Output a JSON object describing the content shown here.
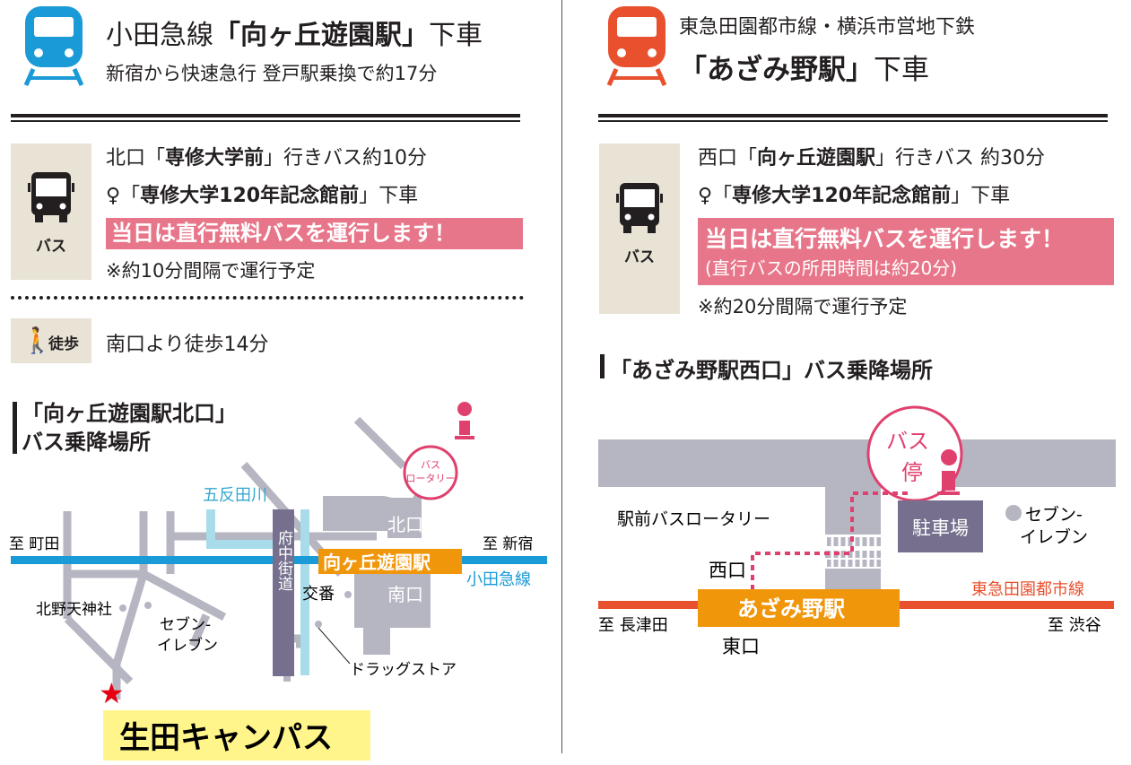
{
  "colors": {
    "odakyu_blue": "#1a9ad6",
    "tokyu_red": "#e8502e",
    "highlight_pink": "#e8768a",
    "station_orange": "#f0960a",
    "bus_stop_pink": "#e0406e",
    "campus_yellow": "#fff58a",
    "road_gray": "#b6b5c2",
    "road_dark": "#76708e",
    "river_blue": "#a8dcea"
  },
  "left": {
    "train_icon": "train-icon",
    "title_pre": "小田急線",
    "title_bold": "「向ヶ丘遊園駅」",
    "title_post": "下車",
    "subtitle": "新宿から快速急行 登戸駅乗換で約17分",
    "bus_label": "バス",
    "bus_line1_pre": "北口「",
    "bus_line1_bold": "専修大学前",
    "bus_line1_post": "」行きバス約10分",
    "bus_line2_pre": "「",
    "bus_line2_bold": "専修大学120年記念館前",
    "bus_line2_post": "」下車",
    "free_bus": "当日は直行無料バスを運行します！",
    "note": "※約10分間隔で運行予定",
    "walk_label": "徒歩",
    "walk_text": "南口より徒歩14分",
    "map_heading_1": "「向ヶ丘遊園駅北口」",
    "map_heading_2": "バス乗降場所",
    "map": {
      "bus_rotary_1": "バス",
      "bus_rotary_2": "ロータリー",
      "river": "五反田川",
      "to_machida": "至 町田",
      "to_shinjuku": "至 新宿",
      "kitaguchi": "北口",
      "station": "向ヶ丘遊園駅",
      "line": "小田急線",
      "road": "府中街道",
      "koban": "交番",
      "minamiguchi": "南口",
      "shrine": "北野天神社",
      "seven_1": "セブン-",
      "seven_2": "イレブン",
      "drugstore": "ドラッグストア",
      "campus": "生田キャンパス"
    }
  },
  "right": {
    "train_icon": "train-icon",
    "title_1": "東急田園都市線・横浜市営地下鉄",
    "title_bold": "「あざみ野駅」",
    "title_post": "下車",
    "bus_label": "バス",
    "bus_line1_pre": "西口「",
    "bus_line1_bold": "向ヶ丘遊園駅",
    "bus_line1_post": "」行きバス 約30分",
    "bus_line2_pre": "「",
    "bus_line2_bold": "専修大学120年記念館前",
    "bus_line2_post": "」下車",
    "free_bus": "当日は直行無料バスを運行します！",
    "free_bus_sub": "(直行バスの所用時間は約20分)",
    "note": "※約20分間隔で運行予定",
    "map_heading": "「あざみ野駅西口」バス乗降場所",
    "map": {
      "bus_stop_1": "バス",
      "bus_stop_2": "停",
      "rotary": "駅前バスロータリー",
      "parking": "駐車場",
      "seven_1": "セブン-",
      "seven_2": "イレブン",
      "nishiguchi": "西口",
      "line": "東急田園都市線",
      "station": "あざみ野駅",
      "to_nagatsuta": "至 長津田",
      "to_shibuya": "至 渋谷",
      "higashiguchi": "東口"
    }
  }
}
